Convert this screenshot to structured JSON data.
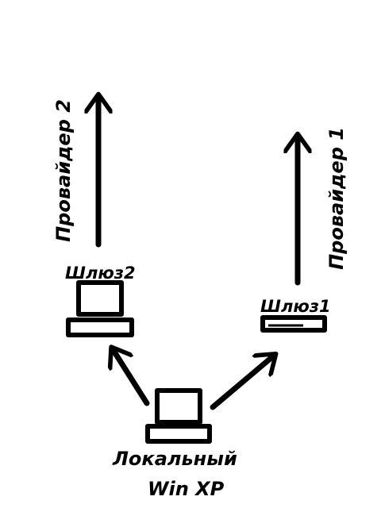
{
  "nodes": {
    "gateway2": {
      "label": "Шлюз2"
    },
    "gateway1": {
      "label": "Шлюз1"
    },
    "local": {
      "label": "Локальный",
      "os": "Win XP"
    }
  },
  "providers": {
    "provider2": {
      "label": "Провайдер 2"
    },
    "provider1": {
      "label": "Провайдер 1"
    }
  },
  "colors": {
    "stroke": "#000000",
    "background": "#ffffff"
  }
}
